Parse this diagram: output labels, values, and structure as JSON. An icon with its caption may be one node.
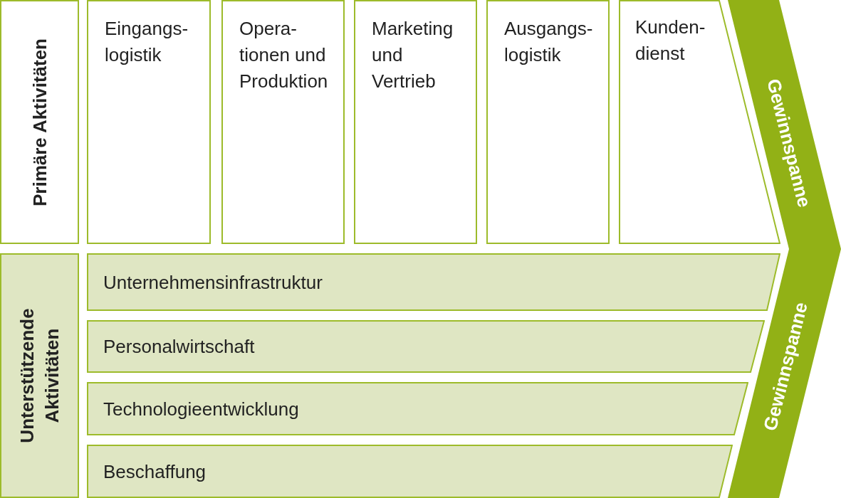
{
  "diagram": {
    "nodes": [
      {
        "text": [
          "Primäre Aktivitäten"
        ]
      },
      {
        "text": [
          "Eingangs- logistik"
        ]
      },
      {
        "text": [
          "Opera- tionen und Produktion"
        ]
      },
      {
        "text": [
          "Marketing und Vertrieb"
        ]
      },
      {
        "text": [
          "Ausgangs- logistik"
        ]
      },
      {
        "text": [
          "Kunden- dienst"
        ]
      },
      {
        "text": [
          "Unterstützende Aktivitäten"
        ]
      },
      {
        "text": [
          "Unternehmensinfrastruktur"
        ]
      },
      {
        "text": [
          "Personalwirtschaft"
        ]
      },
      {
        "text": [
          "Technologieentwicklung"
        ]
      },
      {
        "text": [
          "Beschaffung"
        ]
      },
      {
        "text": [
          "Gewinnspanne",
          "Gewinnspanne"
        ]
      }
    ]
  }
}
